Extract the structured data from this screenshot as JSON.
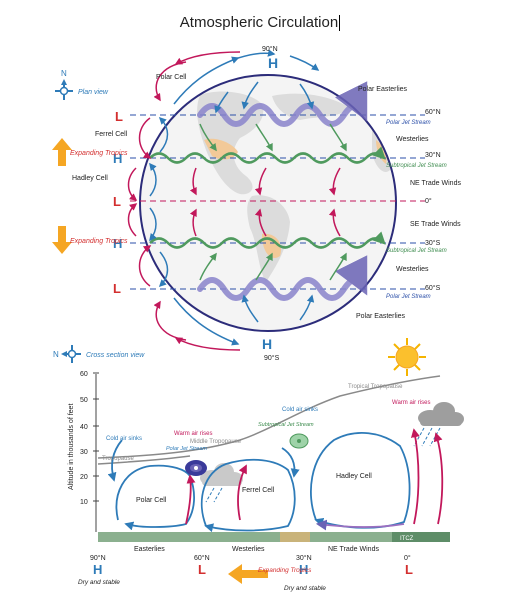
{
  "title": "Atmospheric Circulation",
  "plan": {
    "view_label": "Plan view",
    "north_letter": "N",
    "pole_north": "90°N",
    "pole_south": "90°S",
    "high": "H",
    "low": "L",
    "cells": [
      "Polar Cell",
      "Ferrel Cell",
      "Hadley Cell"
    ],
    "expanding": "Expanding Tropics",
    "latitudes": [
      "60°N",
      "30°N",
      "0°",
      "30°S",
      "60°S"
    ],
    "jet_polar": "Polar Jet Stream",
    "jet_subtropical": "Subtropical Jet Stream",
    "winds": [
      "Polar Easterlies",
      "Westerlies",
      "NE Trade Winds",
      "SE Trade Winds",
      "Westerlies",
      "Polar Easterlies"
    ]
  },
  "section": {
    "view_label": "Cross section view",
    "y_axis_label": "Altitude in thousands of feet",
    "y_ticks": [
      "60",
      "50",
      "40",
      "30",
      "20",
      "10"
    ],
    "tropopause": "Tropopause",
    "tropical_tropopause": "Tropical Tropopause",
    "middle_tropopause": "Middle Tropopause",
    "cold_sinks_left": "Cold air sinks",
    "cold_sinks_mid": "Cold air sinks",
    "warm_rises_left": "Warm air rises",
    "warm_rises_right": "Warm air rises",
    "polar_jet": "Polar Jet Stream",
    "subtropical_jet": "Subtropical Jet Stream",
    "cells": [
      "Polar Cell",
      "Ferrel Cell",
      "Hadley Cell"
    ],
    "surface_winds": [
      "Easterlies",
      "Westerlies",
      "NE Trade Winds",
      "ITCZ"
    ],
    "bottom_lats": [
      "90°N",
      "60°N",
      "30°N",
      "0°"
    ],
    "bottom_letters": [
      "H",
      "L",
      "H",
      "L"
    ],
    "dry_stable_left": "Dry and stable",
    "dry_stable_mid": "Dry and stable",
    "expanding": "Expanding Tropics"
  },
  "colors": {
    "purple_band": "#7f78c4",
    "green_band": "#5daa6c",
    "blue_arrow": "#2e7bb8",
    "magenta_arrow": "#c2185b",
    "dash_line": "#2b4fa8",
    "red_letter": "#d32f2f",
    "orange": "#f5a623",
    "globe_ring": "#2c2c7a"
  }
}
